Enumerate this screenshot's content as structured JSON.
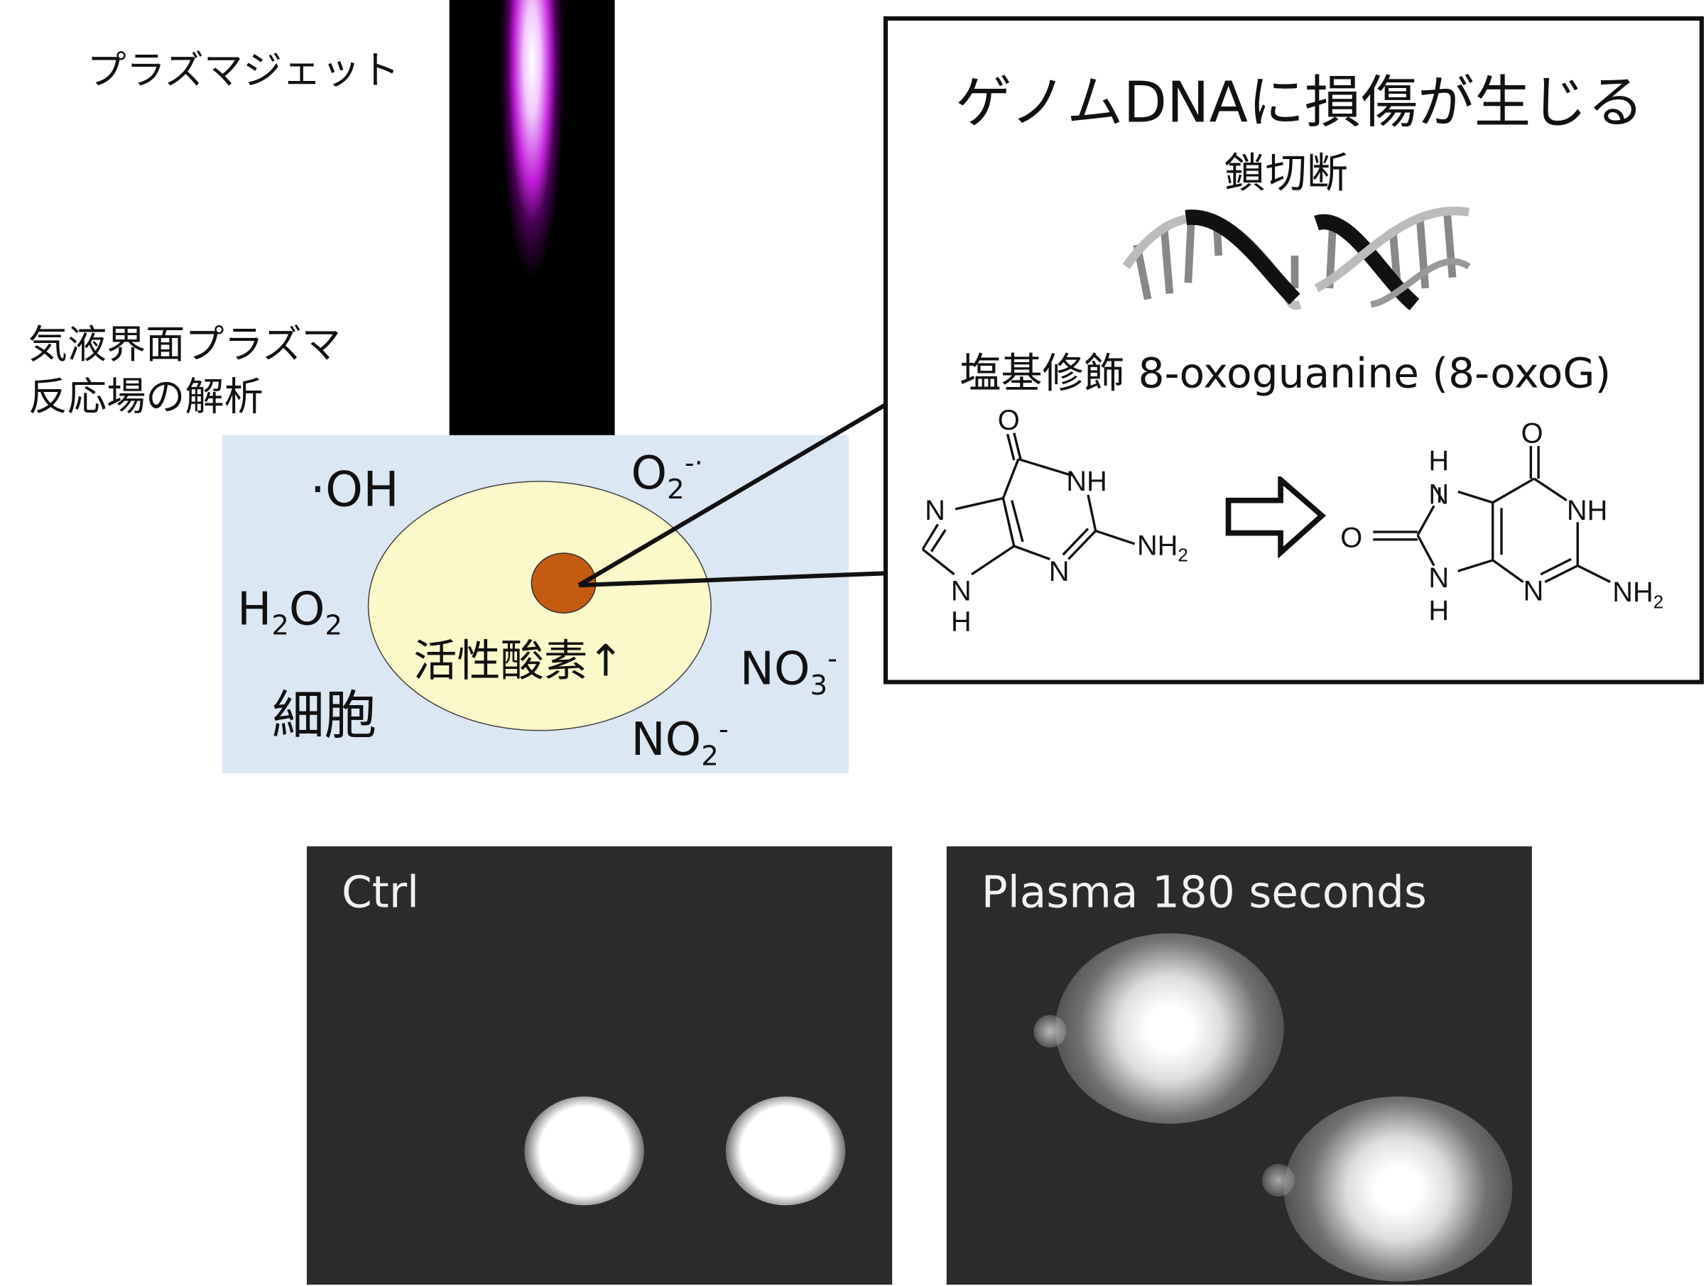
{
  "labels": {
    "plasma_jet": "プラズマジェット",
    "interface_line1": "気液界面プラズマ",
    "interface_line2": "反応場の解析",
    "cell": "細胞",
    "ros": "活性酸素↑"
  },
  "species": {
    "oh": "·OH",
    "o2_base": "O",
    "o2_sub": "2",
    "o2_sup": "-·",
    "h2o2_h": "H",
    "h2o2_sub1": "2",
    "h2o2_o": "O",
    "h2o2_sub2": "2",
    "no3_base": "NO",
    "no3_sub": "3",
    "no3_sup": "-",
    "no2_base": "NO",
    "no2_sub": "2",
    "no2_sup": "-"
  },
  "callout": {
    "title": "ゲノムDNAに損傷が生じる",
    "strand_break": "鎖切断",
    "base_mod": "塩基修飾 8-oxoguanine (8-oxoG)"
  },
  "guanine_atoms": {
    "o": "O",
    "nh": "NH",
    "n7": "N",
    "n3": "N",
    "n9": "N",
    "h9": "H",
    "nh2": "NH",
    "nh2_sub": "2"
  },
  "oxog_atoms": {
    "o6": "O",
    "o8": "O",
    "n1": "NH",
    "n7": "N",
    "h7": "H",
    "n9": "N",
    "h9": "H",
    "n3": "N",
    "nh2": "NH",
    "nh2_sub": "2"
  },
  "photos": {
    "ctrl": "Ctrl",
    "plasma": "Plasma 180 seconds"
  }
}
